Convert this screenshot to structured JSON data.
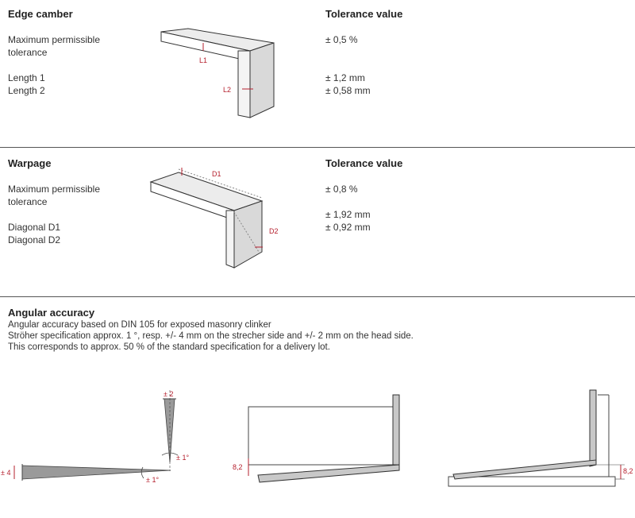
{
  "edge_camber": {
    "heading": "Edge camber",
    "tolerance_heading": "Tolerance value",
    "label_max": "Maximum permissible tolerance",
    "label_l1": "Length 1",
    "label_l2": "Length 2",
    "value_max": "± 0,5 %",
    "value_l1": "± 1,2 mm",
    "value_l2": "± 0,58 mm",
    "fig_l1": "L1",
    "fig_l2": "L2"
  },
  "warpage": {
    "heading": "Warpage",
    "tolerance_heading": "Tolerance value",
    "label_max": "Maximum permissible tolerance",
    "label_d1": "Diagonal D1",
    "label_d2": "Diagonal D2",
    "value_max": "± 0,8 %",
    "value_d1": "± 1,92 mm",
    "value_d2": "± 0,92 mm",
    "fig_d1": "D1",
    "fig_d2": "D2"
  },
  "angular": {
    "heading": "Angular accuracy",
    "line1": "Angular accuracy based on DIN 105 for exposed masonry clinker",
    "line2": "Ströher specification approx. 1 °, resp. +/- 4 mm on the strecher side and +/- 2 mm on the head side.",
    "line3": "This corresponds to approx. 50 % of the standard specification for a delivery lot.",
    "fig_pm2": "± 2",
    "fig_pm4": "± 4",
    "fig_pm1deg_a": "± 1°",
    "fig_pm1deg_b": "± 1°",
    "fig_82_left": "8,2",
    "fig_82_right": "8,2"
  },
  "colors": {
    "accent_red": "#b5202e",
    "rule": "#555555",
    "brick_grey": "#c8c8c8"
  }
}
